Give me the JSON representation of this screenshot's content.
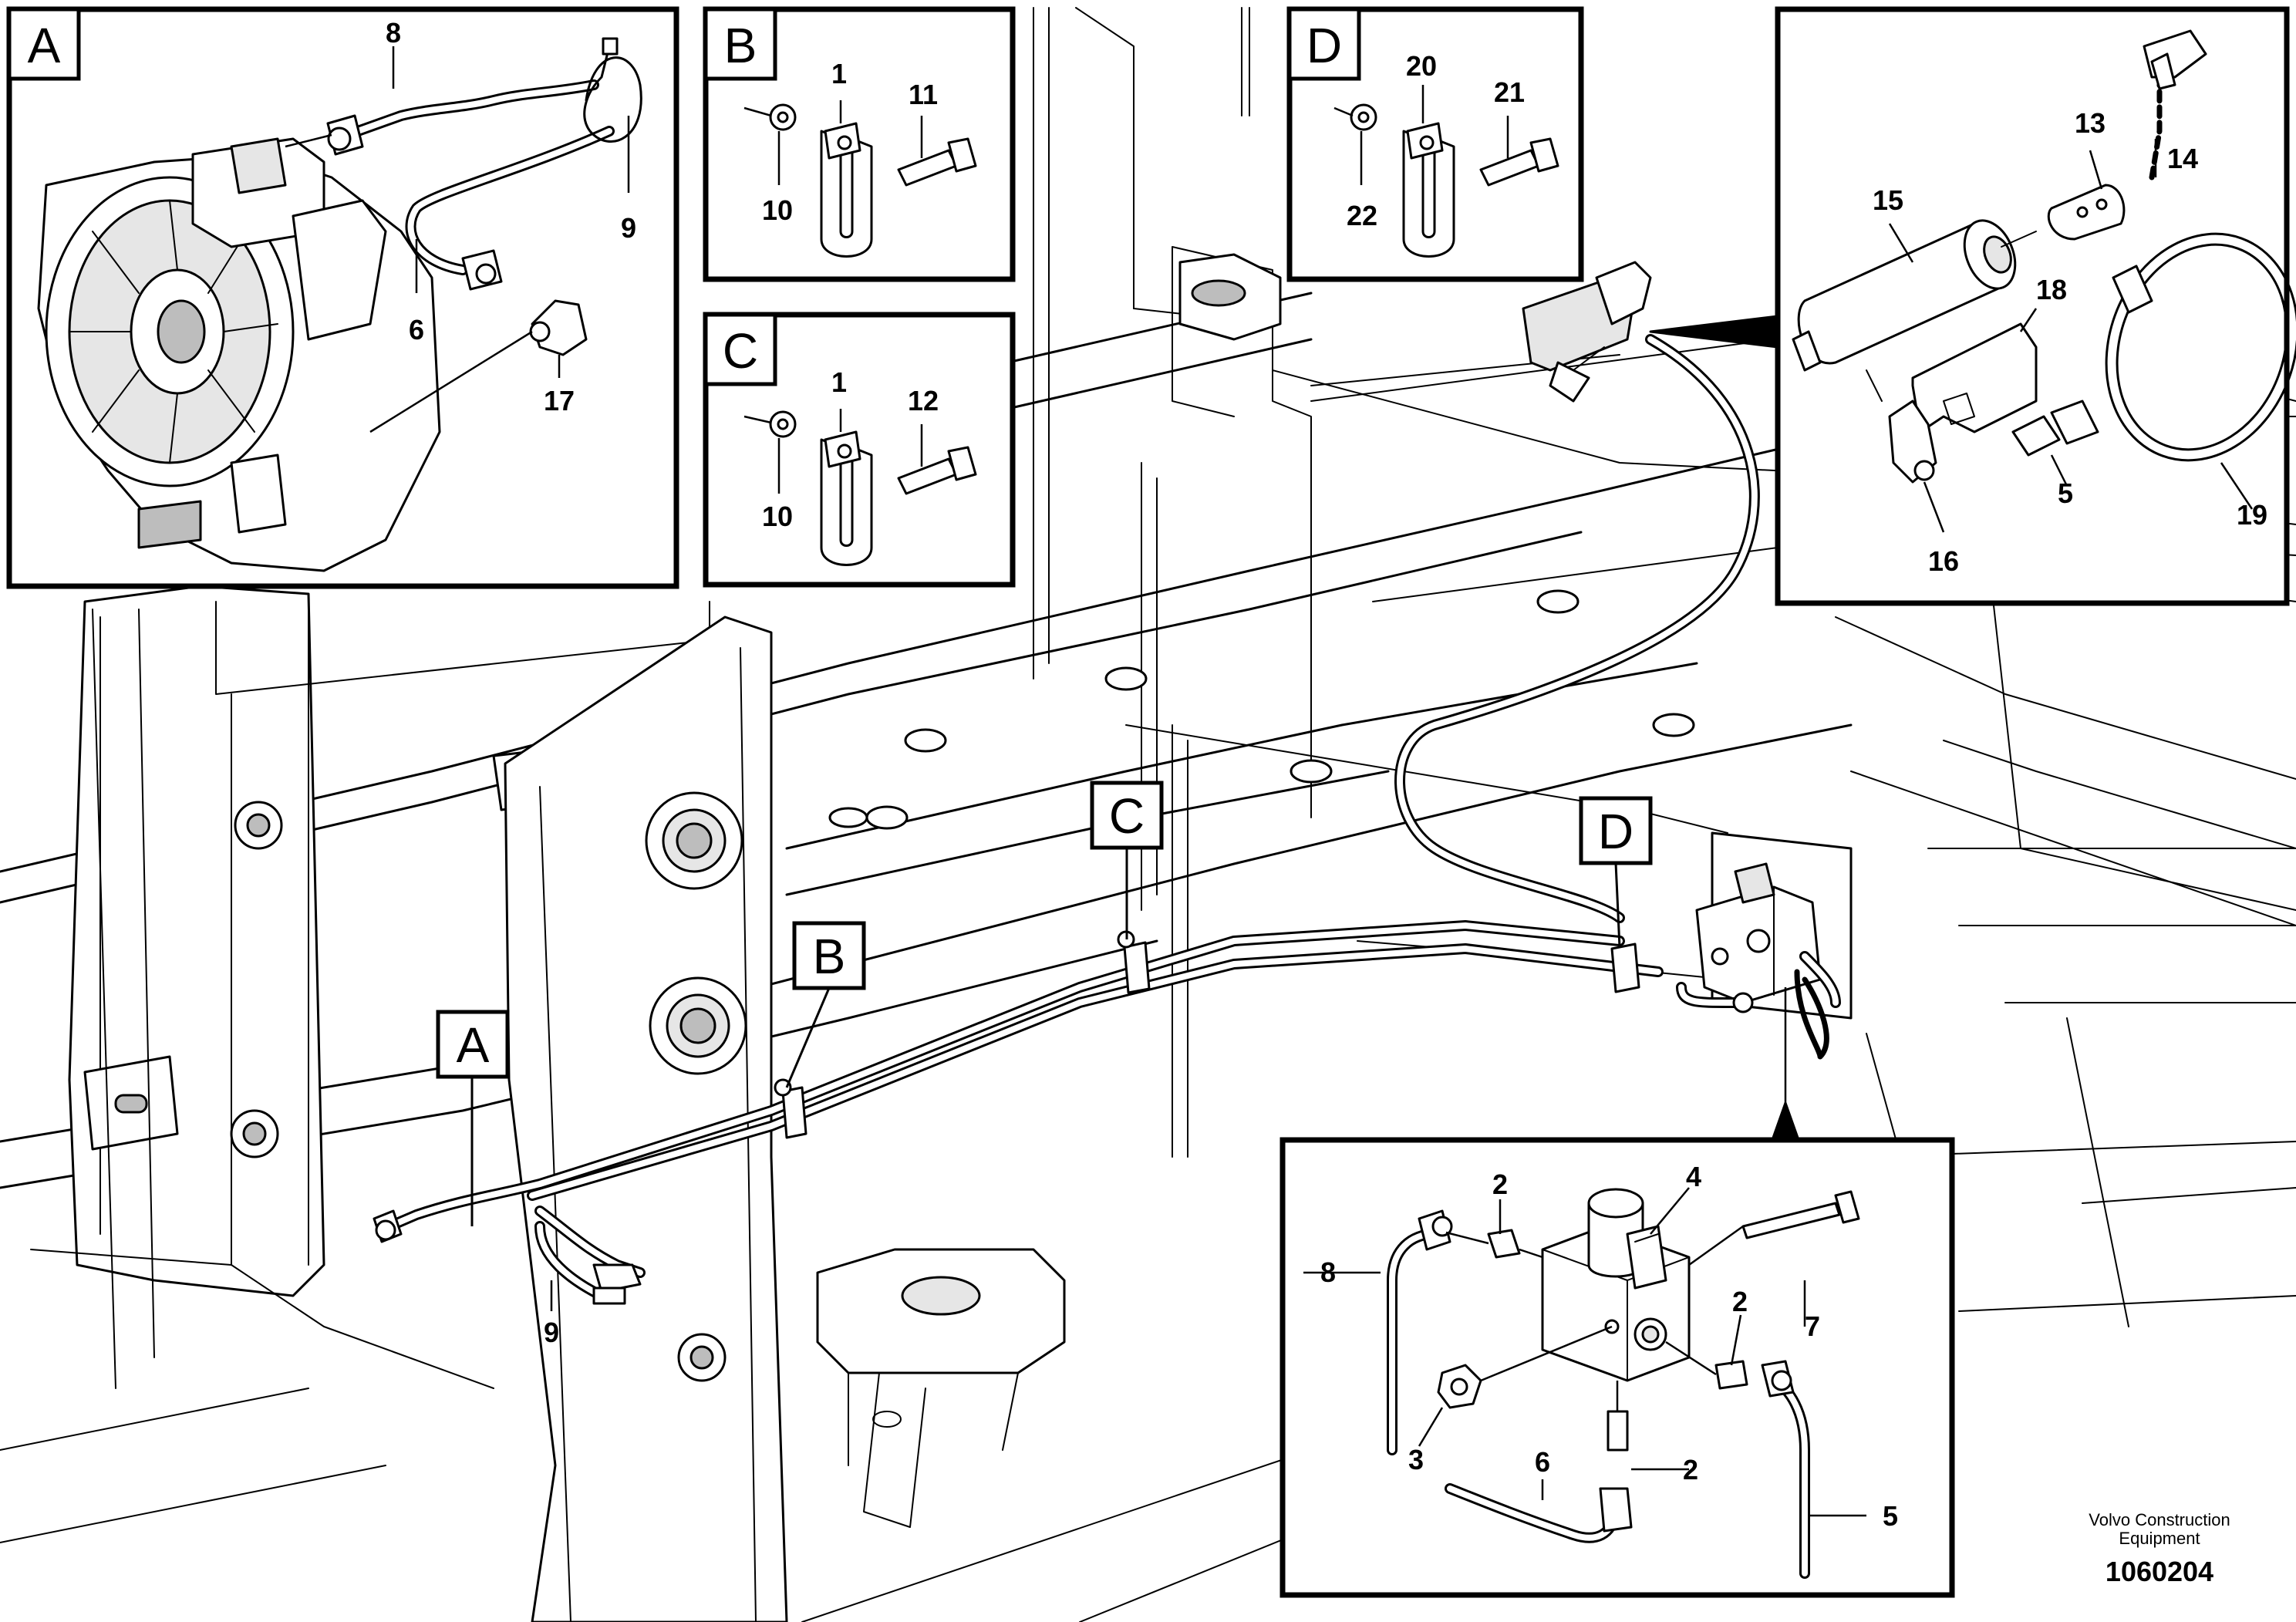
{
  "callouts": {
    "A": "A",
    "B": "B",
    "C": "C",
    "D": "D"
  },
  "part_numbers": {
    "n1": "1",
    "n2": "2",
    "n3": "3",
    "n4": "4",
    "n5": "5",
    "n6": "6",
    "n7": "7",
    "n8": "8",
    "n9": "9",
    "n10": "10",
    "n11": "11",
    "n12": "12",
    "n13": "13",
    "n14": "14",
    "n15": "15",
    "n16": "16",
    "n17": "17",
    "n18": "18",
    "n19": "19",
    "n20": "20",
    "n21": "21",
    "n22": "22"
  },
  "brand": {
    "line1": "Volvo Construction",
    "line2": "Equipment"
  },
  "document_number": "1060204"
}
